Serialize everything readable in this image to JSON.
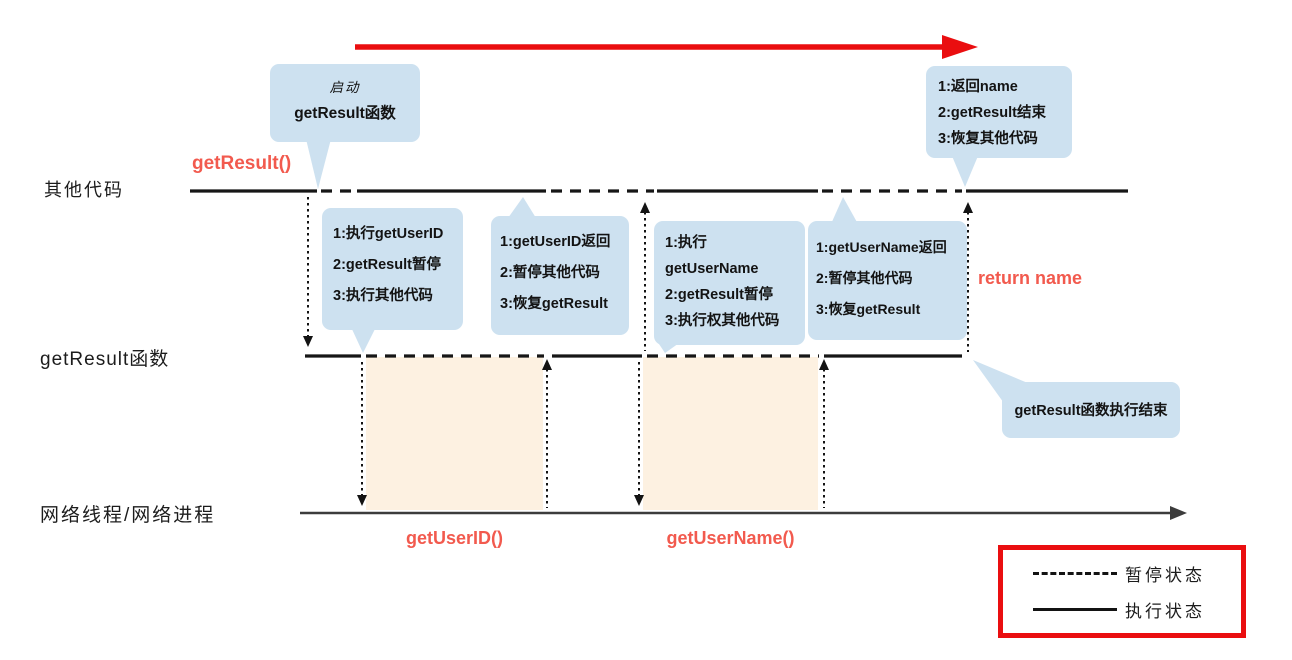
{
  "lanes": {
    "other_code": {
      "label": "其他代码"
    },
    "get_result": {
      "label": "getResult函数"
    },
    "network": {
      "label": "网络线程/网络进程"
    }
  },
  "red_labels": {
    "get_result_call": "getResult()",
    "get_user_id_call": "getUserID()",
    "get_user_name_call": "getUserName()",
    "return_name": "return name"
  },
  "bubbles": {
    "start": {
      "lines": [
        "启动",
        "getResult函数"
      ]
    },
    "await_user_id": {
      "lines": [
        "1:执行getUserID",
        "2:getResult暂停",
        "3:执行其他代码"
      ]
    },
    "user_id_return": {
      "lines": [
        "1:getUserID返回",
        "2:暂停其他代码",
        "3:恢复getResult"
      ]
    },
    "await_user_name": {
      "lines": [
        "1:执行",
        "getUserName",
        "2:getResult暂停",
        "3:执行权其他代码"
      ]
    },
    "user_name_return": {
      "lines": [
        "1:getUserName返回",
        "2:暂停其他代码",
        "3:恢复getResult"
      ]
    },
    "result_return": {
      "lines": [
        "1:返回name",
        "2:getResult结束",
        "3:恢复其他代码"
      ]
    },
    "result_end": {
      "lines": [
        "getResult函数执行结束"
      ]
    }
  },
  "legend": {
    "paused_label": "暂停状态",
    "executing_label": "执行状态"
  },
  "colors": {
    "bubble_fill": "#cde1f0",
    "task_fill": "#fdf1e1",
    "accent_red": "#f25a4e",
    "arrow_red": "#ea0e10",
    "line_dark": "#161616",
    "network_line": "#3c3c3c"
  }
}
